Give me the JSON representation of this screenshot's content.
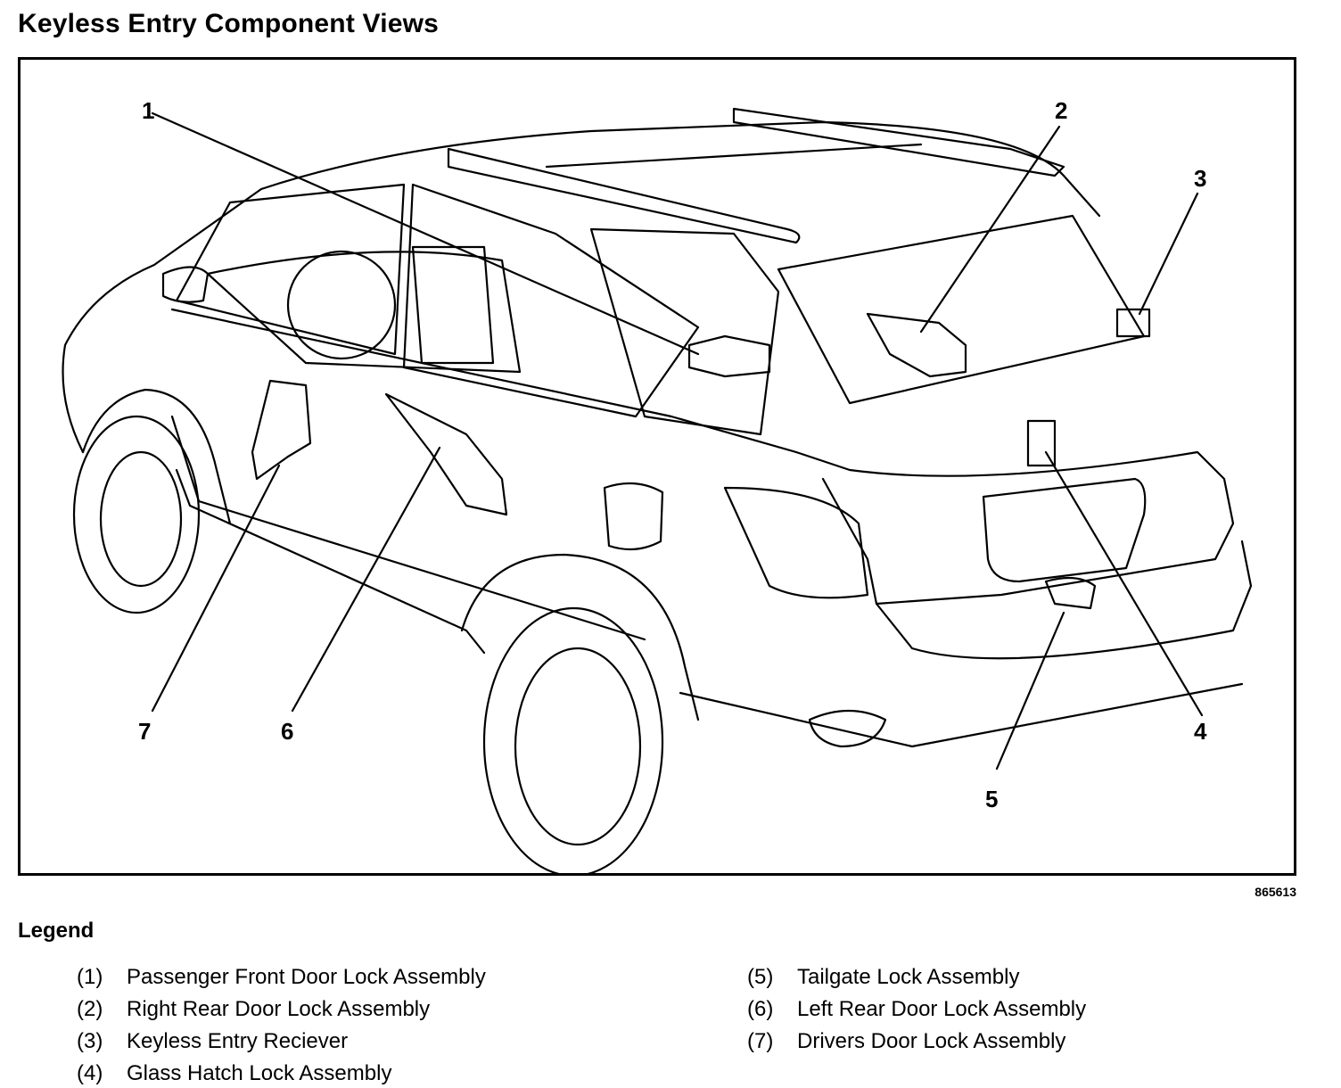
{
  "title": "Keyless Entry Component Views",
  "figure_id": "865613",
  "callouts": [
    "1",
    "2",
    "3",
    "4",
    "5",
    "6",
    "7"
  ],
  "legend": {
    "title": "Legend",
    "items": [
      {
        "num": "(1)",
        "label": "Passenger Front Door Lock Assembly"
      },
      {
        "num": "(2)",
        "label": "Right Rear Door Lock Assembly"
      },
      {
        "num": "(3)",
        "label": "Keyless Entry Reciever"
      },
      {
        "num": "(4)",
        "label": "Glass Hatch Lock Assembly"
      },
      {
        "num": "(5)",
        "label": "Tailgate Lock Assembly"
      },
      {
        "num": "(6)",
        "label": "Left Rear Door Lock Assembly"
      },
      {
        "num": "(7)",
        "label": "Drivers Door Lock Assembly"
      }
    ]
  }
}
